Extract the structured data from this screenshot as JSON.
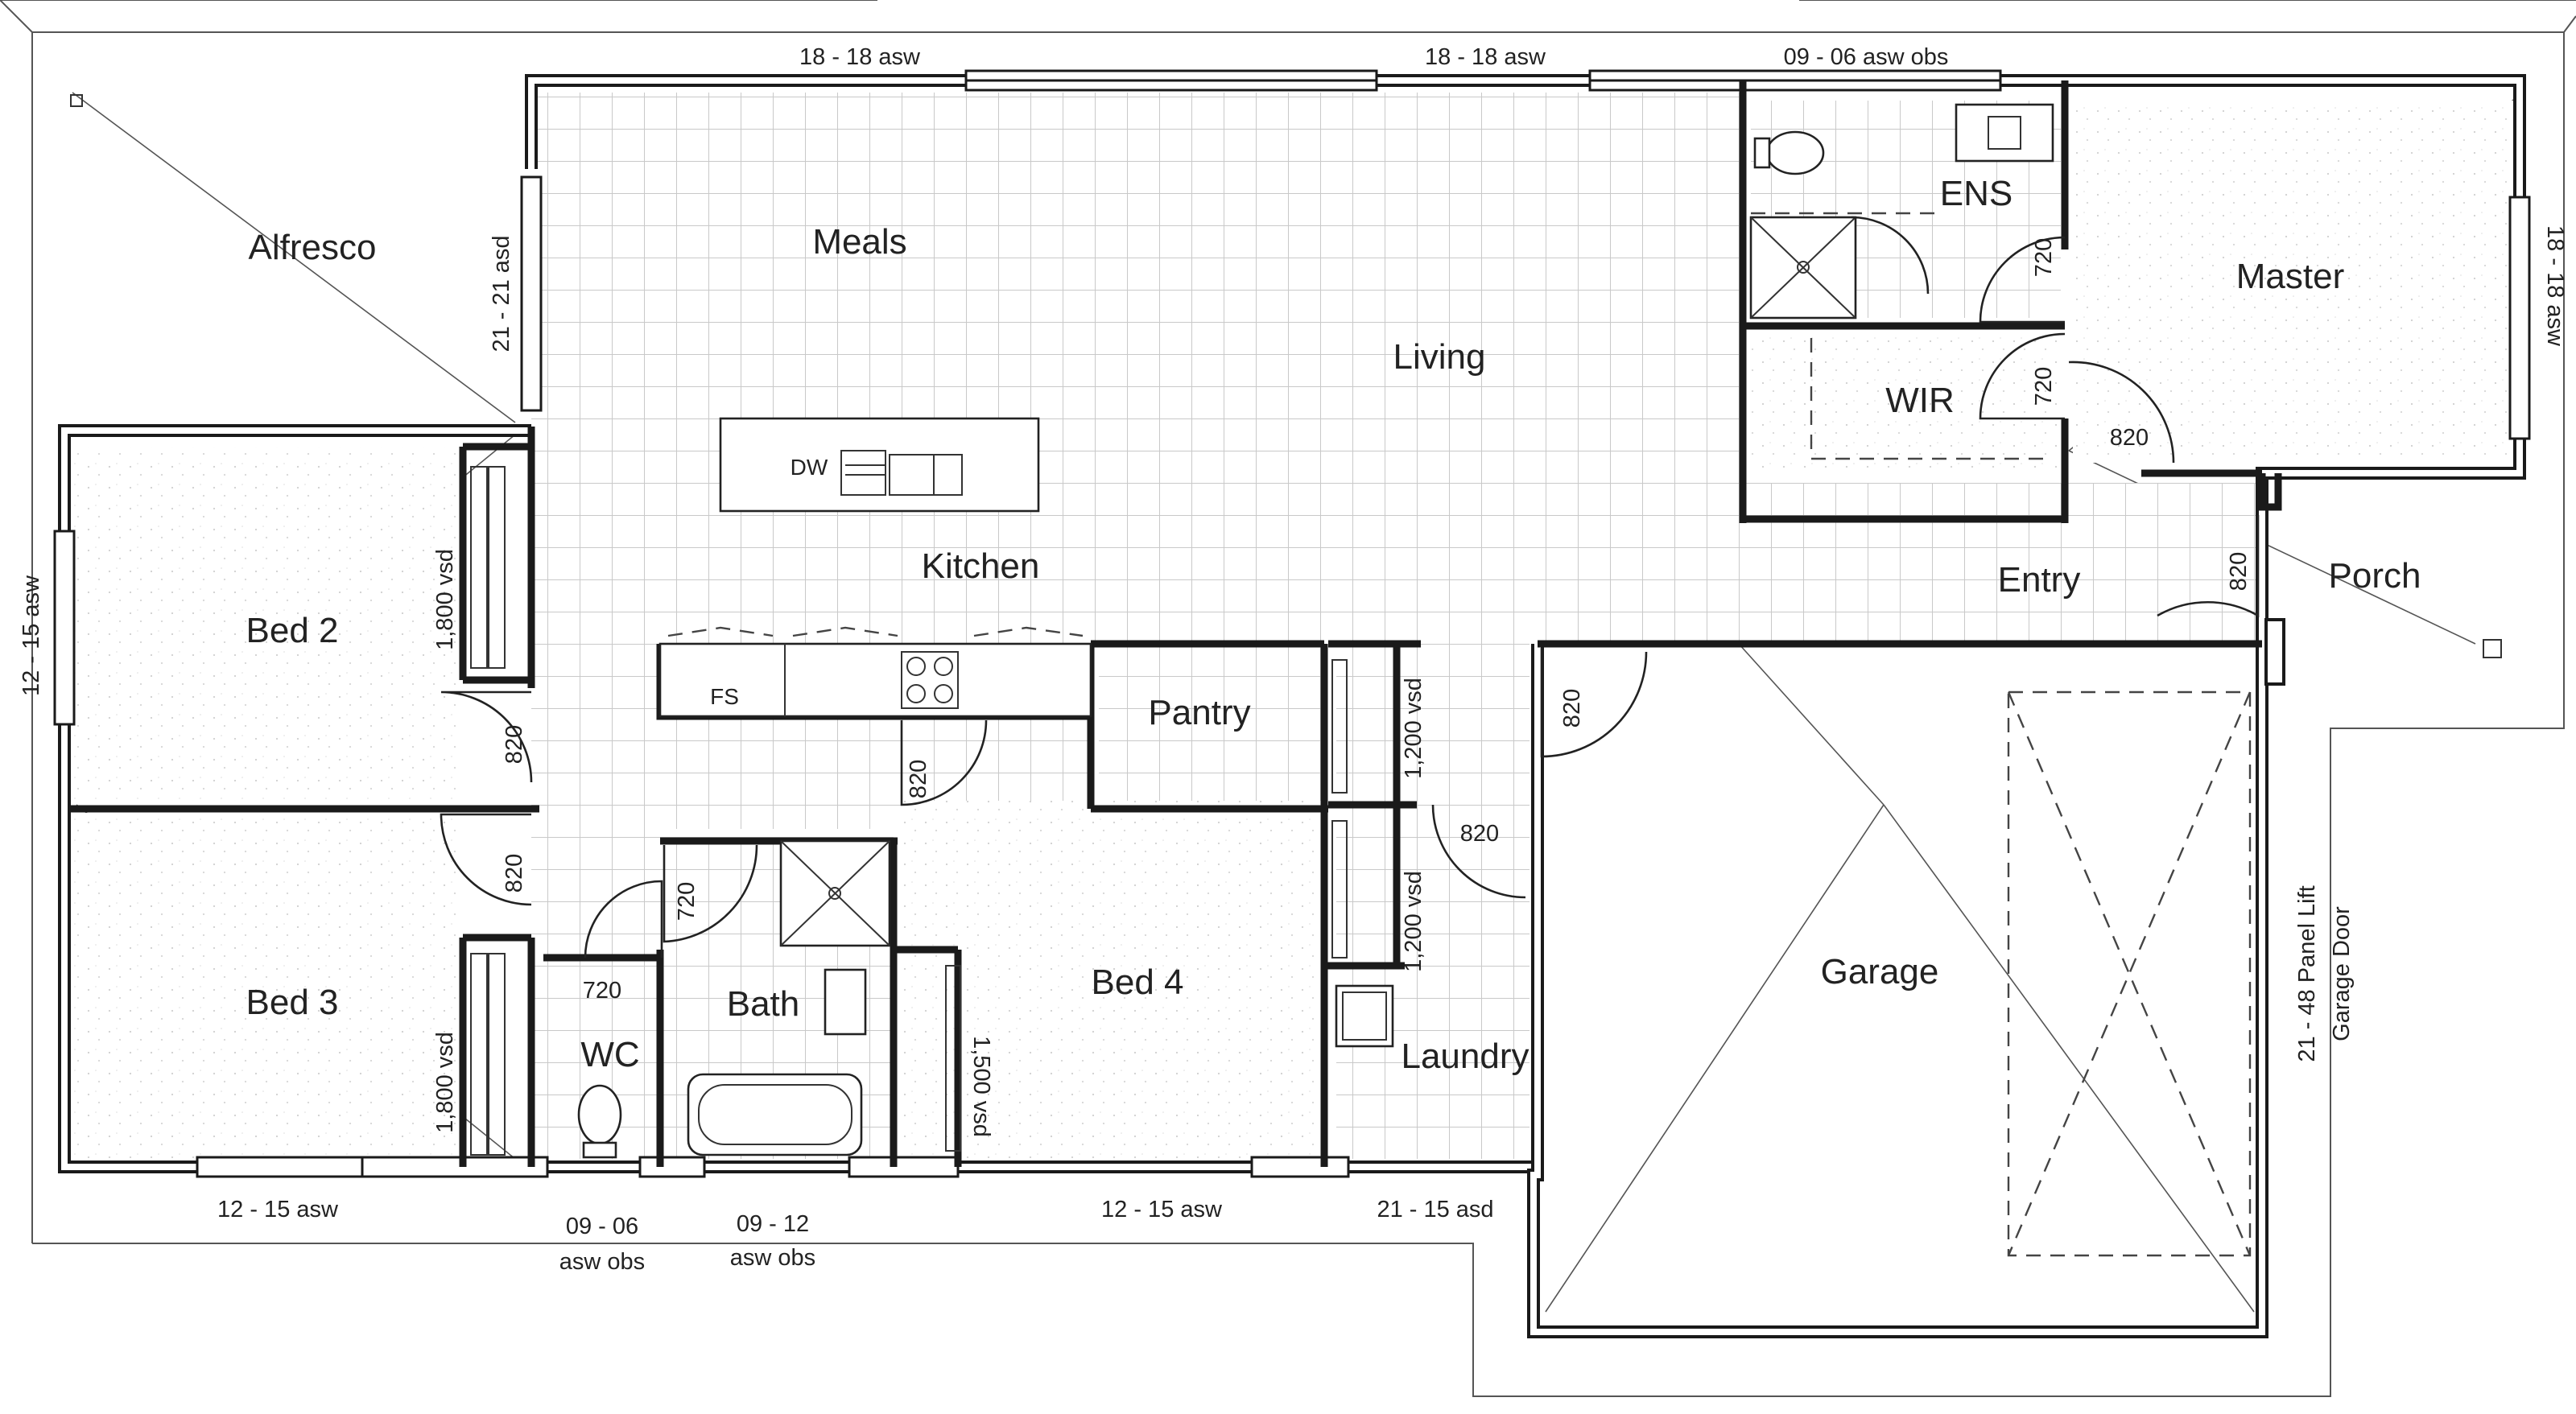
{
  "rooms": {
    "alfresco": "Alfresco",
    "meals": "Meals",
    "living": "Living",
    "kitchen": "Kitchen",
    "ens": "ENS",
    "master": "Master",
    "wir": "WIR",
    "entry": "Entry",
    "porch": "Porch",
    "bed2": "Bed 2",
    "bed3": "Bed 3",
    "bed4": "Bed 4",
    "bath": "Bath",
    "wc": "WC",
    "pantry": "Pantry",
    "laundry": "Laundry",
    "garage": "Garage"
  },
  "fixtures": {
    "dishwasher": "DW",
    "fridge_space": "FS"
  },
  "windows": {
    "top_meals": "18 - 18 asw",
    "top_living": "18 - 18 asw",
    "top_ens": "09 - 06 asw obs",
    "alfresco_door": "21 - 21 asd",
    "left_bed2": "12 - 15 asw",
    "right_master": "18 - 18 asw",
    "bottom_bed3": "12 - 15 asw",
    "wc_line1": "09 - 06",
    "wc_line2": "asw obs",
    "bath_line1": "09 - 12",
    "bath_line2": "asw obs",
    "bottom_bed4": "12 - 15 asw",
    "laundry_door": "21 - 15 asd",
    "garage_line1": "21 - 48 Panel Lift",
    "garage_line2": "Garage Door"
  },
  "wardrobes": {
    "bed2": "1,800 vsd",
    "bed3": "1,800 vsd",
    "bed4": "1,500 vsd",
    "linen_upper": "1,200 vsd",
    "linen_lower": "1,200 vsd"
  },
  "doors": {
    "bed2": "820",
    "bed3": "820",
    "bed4": "820",
    "wc": "720",
    "bath": "720",
    "laundry": "820",
    "garage": "820",
    "ens": "720",
    "wir": "720",
    "master": "820",
    "front": "820"
  }
}
